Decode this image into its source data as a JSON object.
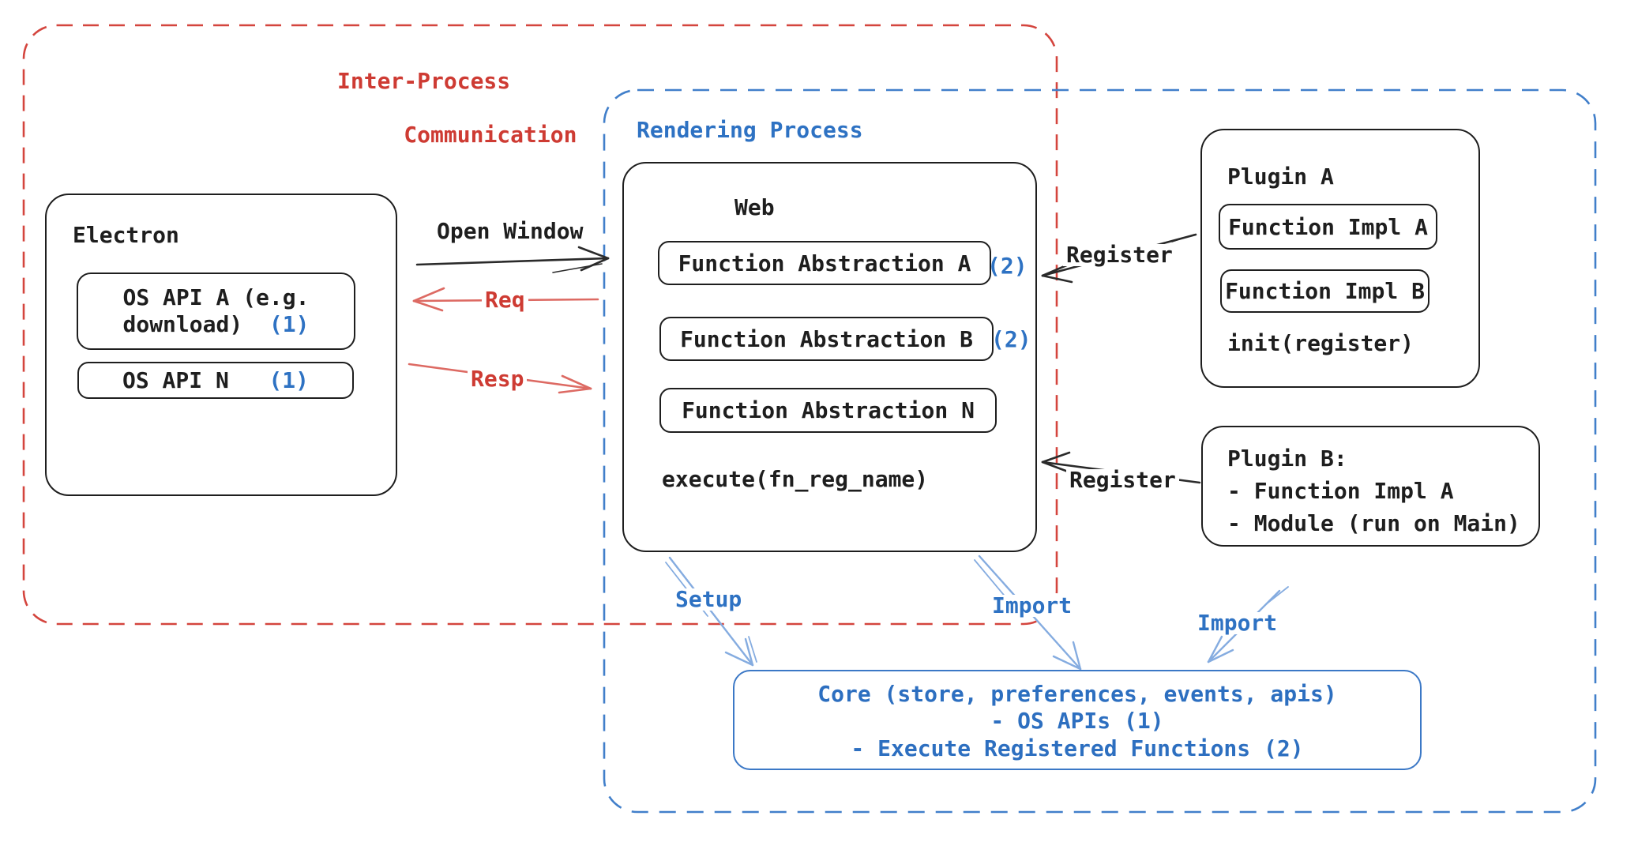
{
  "regions": {
    "ipc": {
      "line1": "Inter-Process",
      "line2": "Communication"
    },
    "rendering": {
      "label": "Rendering Process"
    }
  },
  "electron": {
    "title": "Electron",
    "os_api_a": {
      "line1": "OS API A (e.g.",
      "line2": "download)",
      "badge": "(1)"
    },
    "os_api_n": {
      "label": "OS API N",
      "badge": "(1)"
    }
  },
  "web": {
    "title": "Web",
    "abstraction_a": {
      "label": "Function Abstraction A",
      "badge": "(2)"
    },
    "abstraction_b": {
      "label": "Function Abstraction B",
      "badge": "(2)"
    },
    "abstraction_n": {
      "label": "Function Abstraction N"
    },
    "execute": "execute(fn_reg_name)"
  },
  "plugin_a": {
    "title": "Plugin A",
    "impl_a": "Function Impl A",
    "impl_b": "Function Impl B",
    "init": "init(register)"
  },
  "plugin_b": {
    "title": "Plugin B:",
    "item1": "- Function Impl A",
    "item2": "- Module (run on Main)"
  },
  "core": {
    "line1": "Core (store, preferences, events, apis)",
    "line2": "- OS APIs (1)",
    "line3": "- Execute Registered Functions (2)"
  },
  "connectors": {
    "open_window": "Open Window",
    "req": "Req",
    "resp": "Resp",
    "register_plugin_a": "Register",
    "register_plugin_b": "Register",
    "setup": "Setup",
    "import_web": "Import",
    "import_plugin_b": "Import"
  },
  "colors": {
    "red_text": "#ce3b33",
    "red_border": "#d4453e",
    "red_arrow": "#dd6a63",
    "blue_text": "#2e72c3",
    "blue_border": "#417fca",
    "blue_arrow": "#85ace0",
    "core_border": "#3b78c6",
    "black": "#1e1e1e"
  }
}
